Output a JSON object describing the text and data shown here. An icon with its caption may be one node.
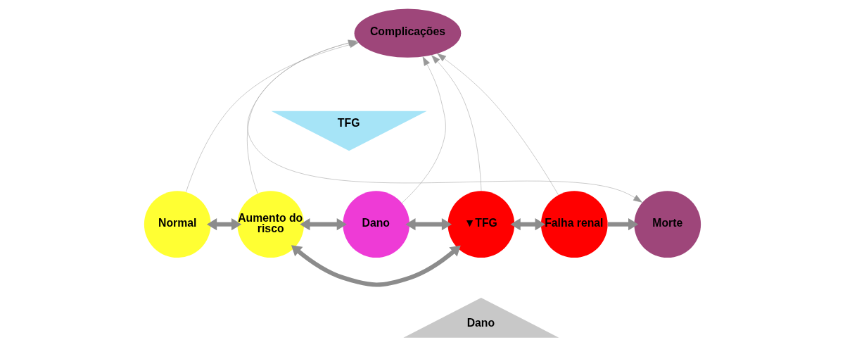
{
  "diagram": {
    "nodes": [
      {
        "text": [
          "Complicações"
        ]
      },
      {
        "text": [
          "Normal"
        ]
      },
      {
        "text": [
          "Aumento do risco"
        ]
      },
      {
        "text": [
          "Dano"
        ]
      },
      {
        "text": [
          "▼TFG"
        ]
      },
      {
        "text": [
          "Falha renal"
        ]
      },
      {
        "text": [
          "Morte"
        ]
      },
      {
        "text": [
          "TFG"
        ]
      },
      {
        "text": [
          "Dano"
        ]
      }
    ],
    "edges": [
      {
        "from": 1,
        "to": 0,
        "arrow": "to"
      },
      {
        "from": 2,
        "to": 0,
        "arrow": "to"
      },
      {
        "from": 3,
        "to": 0,
        "arrow": "to"
      },
      {
        "from": 4,
        "to": 0,
        "arrow": "to"
      },
      {
        "from": 5,
        "to": 0,
        "arrow": "to"
      },
      {
        "from": 0,
        "to": 6,
        "arrow": "to"
      },
      {
        "from": 1,
        "to": 2,
        "arrow": "both",
        "style": "thick",
        "color": "#8c8c8c"
      },
      {
        "from": 2,
        "to": 3,
        "arrow": "both",
        "style": "thick",
        "color": "#8c8c8c"
      },
      {
        "from": 3,
        "to": 4,
        "arrow": "both",
        "style": "thick",
        "color": "#8c8c8c"
      },
      {
        "from": 4,
        "to": 5,
        "arrow": "both",
        "style": "thick",
        "color": "#8c8c8c"
      },
      {
        "from": 5,
        "to": 6,
        "arrow": "to",
        "style": "thick",
        "color": "#8c8c8c"
      },
      {
        "from": 4,
        "to": 2,
        "arrow": "both",
        "style": "thick",
        "color": "#8c8c8c"
      }
    ]
  }
}
